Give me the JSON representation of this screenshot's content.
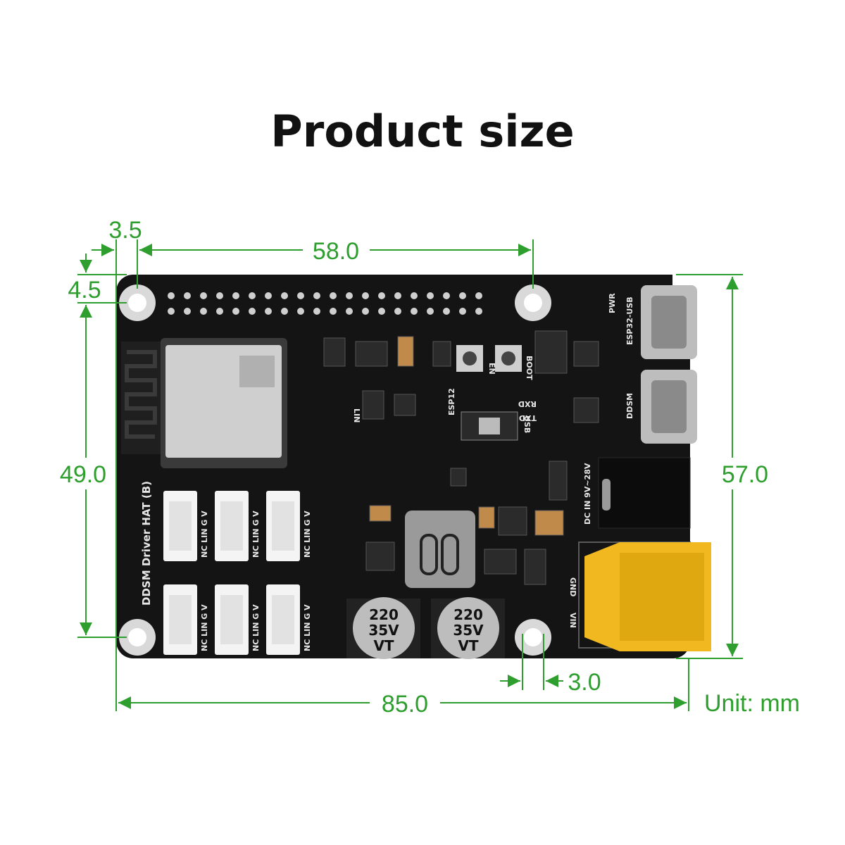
{
  "title": "Product size",
  "unit_label": "Unit: mm",
  "dimensions": {
    "left_margin": "3.5",
    "hole_pitch_x": "58.0",
    "top_margin": "4.5",
    "hole_pitch_y": "49.0",
    "board_height": "57.0",
    "hole_offset": "3.0",
    "board_width": "85.0"
  },
  "board_labels": {
    "board_name": "DDSM Driver HAT (B)",
    "pwr": "PWR",
    "esp32_usb": "ESP32-USB",
    "ddsm": "DDSM",
    "en": "EN",
    "boot": "BOOT",
    "rxd": "RXD",
    "txd": "TXD",
    "usb": "USB",
    "esp12": "ESP12",
    "lin": "LIN",
    "dc_in": "DC IN 9V~28V",
    "gnd": "GND",
    "vin": "VIN",
    "connector_pins": "NC LIN G V",
    "cap_value": "220",
    "cap_voltage": "35V",
    "cap_series": "VT"
  },
  "colors": {
    "dimension": "#2e9e2e",
    "board": "#111111",
    "connector_yellow": "#f2b81f"
  }
}
